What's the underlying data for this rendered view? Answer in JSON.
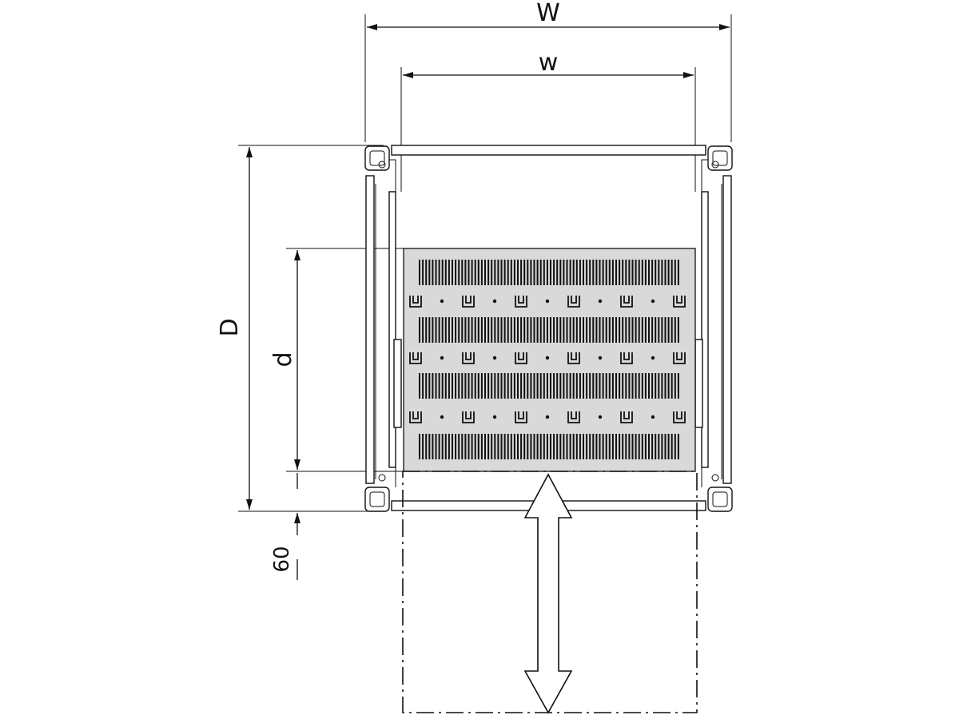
{
  "dimensions": {
    "outer_width": "W",
    "inner_width": "w",
    "outer_depth": "D",
    "shelf_depth": "d",
    "pull_out": "60"
  },
  "shelf": {
    "slot_rows": 4,
    "hook_rows": 3,
    "hooks_per_row": 6,
    "fill_color": "#d9d9d9"
  },
  "pull_out_arrow": {
    "direction": "vertical-double"
  }
}
